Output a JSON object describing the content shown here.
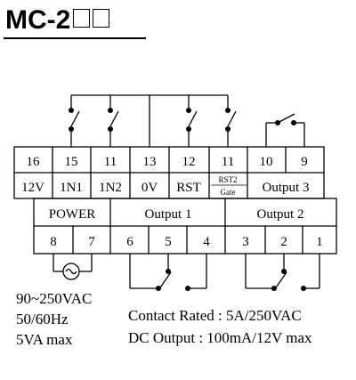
{
  "model": {
    "title": "MC-2",
    "suffix_boxes": 2
  },
  "top_row": {
    "numbers": [
      "16",
      "15",
      "11",
      "13",
      "12",
      "11",
      "10",
      "9"
    ],
    "labels": [
      "12V",
      "1N1",
      "1N2",
      "0V",
      "RST"
    ],
    "rst2": "RST2",
    "gate": "Gate",
    "output3": "Output 3"
  },
  "bottom_row": {
    "groups": [
      "POWER",
      "Output 1",
      "Output 2"
    ],
    "numbers": [
      "8",
      "7",
      "6",
      "5",
      "4",
      "3",
      "2",
      "1"
    ]
  },
  "notes": {
    "power_1": "90~250VAC",
    "power_2": "50/60Hz",
    "power_3": "5VA max",
    "contact": "Contact Rated : 5A/250VAC",
    "dc": "DC Output : 100mA/12V max"
  }
}
